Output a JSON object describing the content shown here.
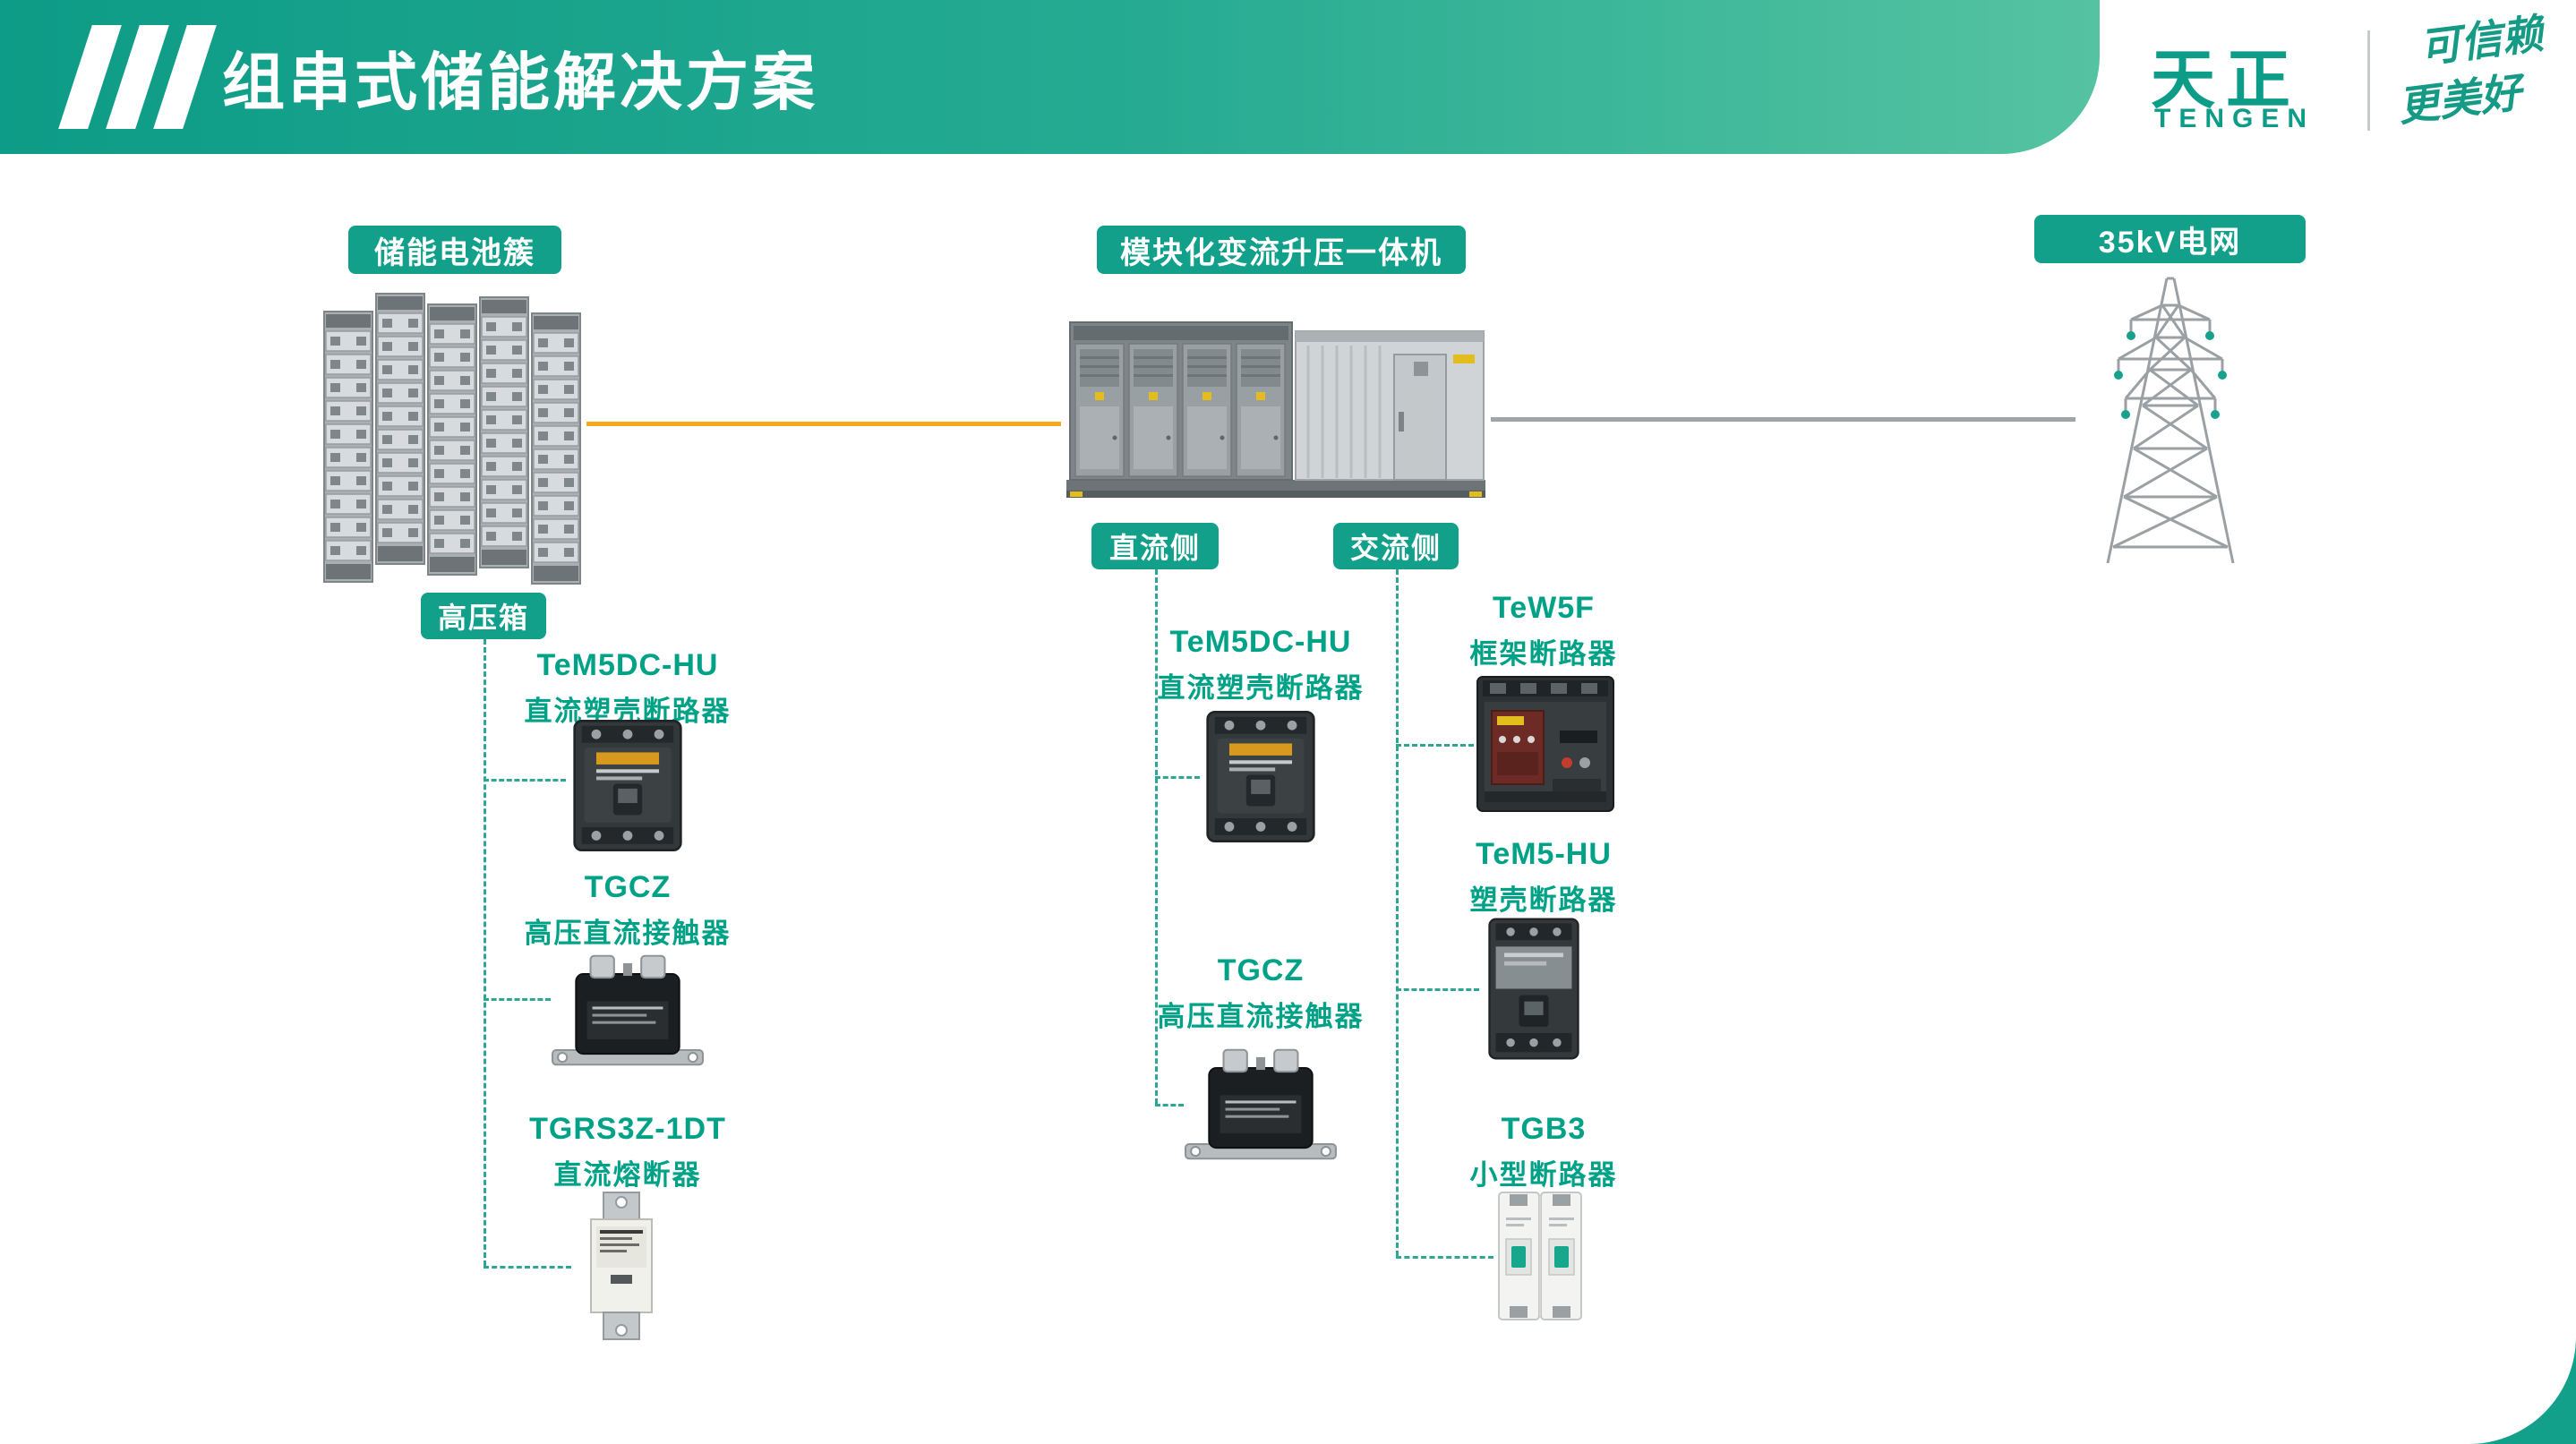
{
  "slide": {
    "title": "组串式储能解决方案"
  },
  "brand": {
    "logo_cn": "天正",
    "logo_en": "TENGEN",
    "slogan_line1": "可信赖",
    "slogan_line2": "更美好"
  },
  "badges": {
    "battery_cluster": "储能电池簇",
    "hv_box": "高压箱",
    "converter": "模块化变流升压一体机",
    "grid": "35kV电网",
    "dc_side": "直流侧",
    "ac_side": "交流侧"
  },
  "product_columns": {
    "hv_box_chain": [
      {
        "model": "TeM5DC-HU",
        "desc": "直流塑壳断路器"
      },
      {
        "model": "TGCZ",
        "desc": "高压直流接触器"
      },
      {
        "model": "TGRS3Z-1DT",
        "desc": "直流熔断器"
      }
    ],
    "dc_side_chain": [
      {
        "model": "TeM5DC-HU",
        "desc": "直流塑壳断路器"
      },
      {
        "model": "TGCZ",
        "desc": "高压直流接触器"
      }
    ],
    "ac_side_chain": [
      {
        "model": "TeW5F",
        "desc": "框架断路器"
      },
      {
        "model": "TeM5-HU",
        "desc": "塑壳断路器"
      },
      {
        "model": "TGB3",
        "desc": "小型断路器"
      }
    ]
  },
  "colors": {
    "accent_green": "#12a08b",
    "header_gradient_start": "#0d9c87",
    "header_gradient_end": "#55c3a1",
    "dc_line": "#f6a81c",
    "ac_line": "#a0a4a6",
    "dashed_connector": "#2fa693"
  }
}
